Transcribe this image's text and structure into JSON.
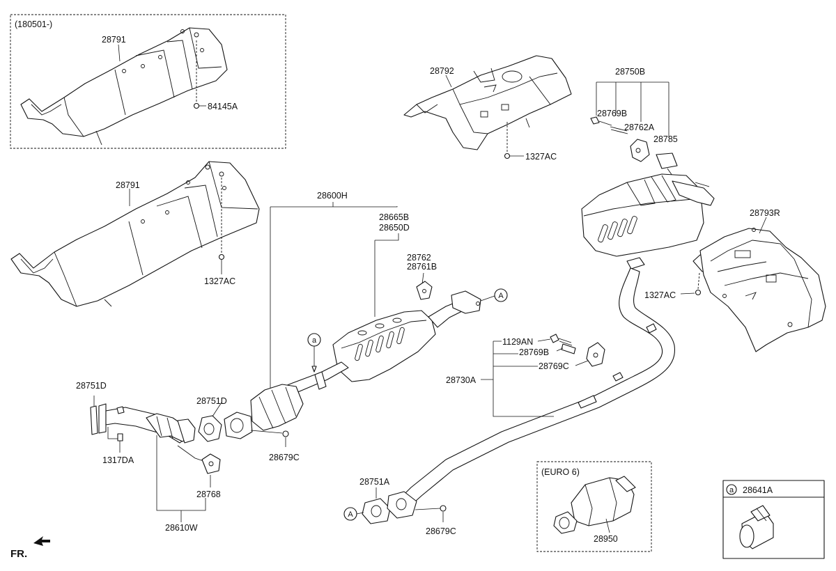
{
  "inset_top": {
    "label": "(180501-)",
    "part": "28791",
    "nut": "84145A"
  },
  "parts": {
    "heat_shield_front": "28791",
    "nut_front": "1327AC",
    "heat_shield_center": "28792",
    "nut_center": "1327AC",
    "hanger_group": "28750B",
    "hanger_bolt": "28769B",
    "hanger_rubber": "28762A",
    "hanger_bracket": "28785",
    "heat_shield_rear": "28793R",
    "nut_rear": "1327AC",
    "muffler_assy": "28600H",
    "center_pipe_a": "28665B",
    "center_pipe_b": "28650D",
    "hanger_c1": "28762",
    "hanger_c2": "28761B",
    "gasket_front": "28751D",
    "gasket_mid": "28751D",
    "stud": "1317DA",
    "nut_mid": "28679C",
    "hanger_front": "28768",
    "front_pipe": "28610W",
    "tail_bolt": "1129AN",
    "tail_bolt2": "28769B",
    "tail_rubber": "28769C",
    "tail_pipe": "28730A",
    "gasket_rear": "28751A",
    "nut_rear_pipe": "28679C",
    "dpf": "28950",
    "clamp": "28641A"
  },
  "inset_euro": {
    "label": "(EURO 6)"
  },
  "refs": {
    "a": "a",
    "A": "A"
  },
  "fr_label": "FR."
}
